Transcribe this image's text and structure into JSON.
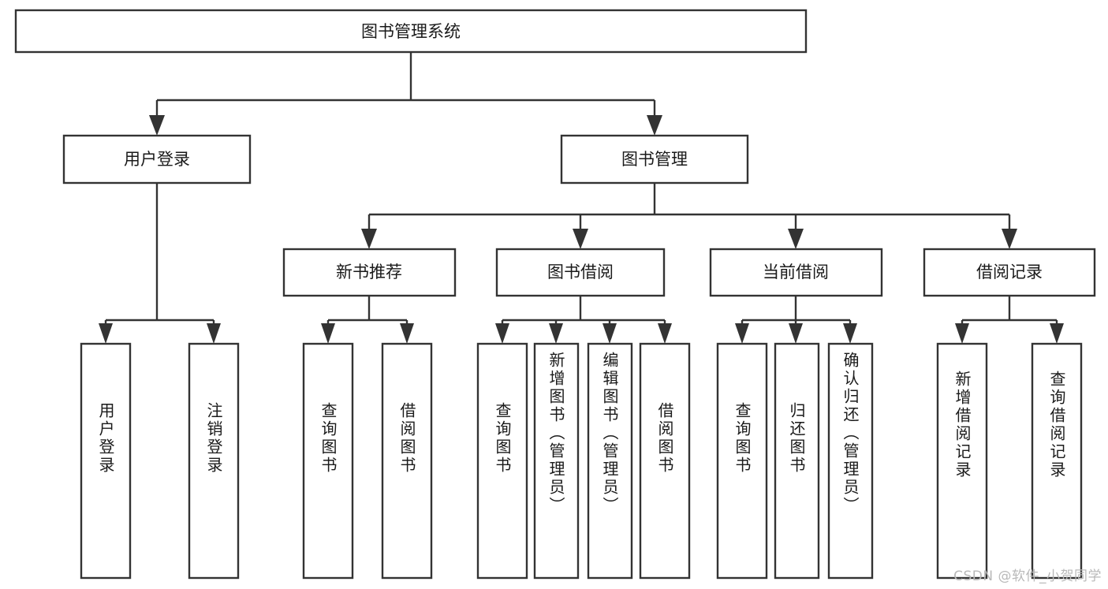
{
  "diagram": {
    "title": "图书管理系统",
    "type": "tree-hierarchy-chart",
    "orientation": "top-down",
    "colors": {
      "background": "#ffffff",
      "node_fill": "#ffffff",
      "node_stroke": "#333333",
      "edge": "#333333",
      "text": "#1a1a1a",
      "watermark": "#b9b9b9"
    },
    "root": {
      "id": "root",
      "label": "图书管理系统"
    },
    "level2": [
      {
        "id": "user-login",
        "label": "用户登录"
      },
      {
        "id": "book-manage",
        "label": "图书管理"
      }
    ],
    "level3": [
      {
        "id": "new-book-recommend",
        "label": "新书推荐",
        "parent": "book-manage"
      },
      {
        "id": "book-borrow",
        "label": "图书借阅",
        "parent": "book-manage"
      },
      {
        "id": "current-borrow",
        "label": "当前借阅",
        "parent": "book-manage"
      },
      {
        "id": "borrow-record",
        "label": "借阅记录",
        "parent": "book-manage"
      }
    ],
    "leaves": [
      {
        "id": "leaf-user-login",
        "label": "用户登录",
        "parent": "user-login"
      },
      {
        "id": "leaf-logout",
        "label": "注销登录",
        "parent": "user-login"
      },
      {
        "id": "leaf-query-book-1",
        "label": "查询图书",
        "parent": "new-book-recommend"
      },
      {
        "id": "leaf-borrow-book-1",
        "label": "借阅图书",
        "parent": "new-book-recommend"
      },
      {
        "id": "leaf-query-book-2",
        "label": "查询图书",
        "parent": "book-borrow"
      },
      {
        "id": "leaf-add-book",
        "label": "新增图书（管理员）",
        "parent": "book-borrow"
      },
      {
        "id": "leaf-edit-book",
        "label": "编辑图书（管理员）",
        "parent": "book-borrow"
      },
      {
        "id": "leaf-borrow-book-2",
        "label": "借阅图书",
        "parent": "book-borrow"
      },
      {
        "id": "leaf-query-book-3",
        "label": "查询图书",
        "parent": "current-borrow"
      },
      {
        "id": "leaf-return-book",
        "label": "归还图书",
        "parent": "current-borrow"
      },
      {
        "id": "leaf-confirm-return",
        "label": "确认归还（管理员）",
        "parent": "current-borrow"
      },
      {
        "id": "leaf-add-record",
        "label": "新增借阅记录",
        "parent": "borrow-record"
      },
      {
        "id": "leaf-query-record",
        "label": "查询借阅记录",
        "parent": "borrow-record"
      }
    ],
    "watermark": "CSDN @软件_小贺同学"
  }
}
